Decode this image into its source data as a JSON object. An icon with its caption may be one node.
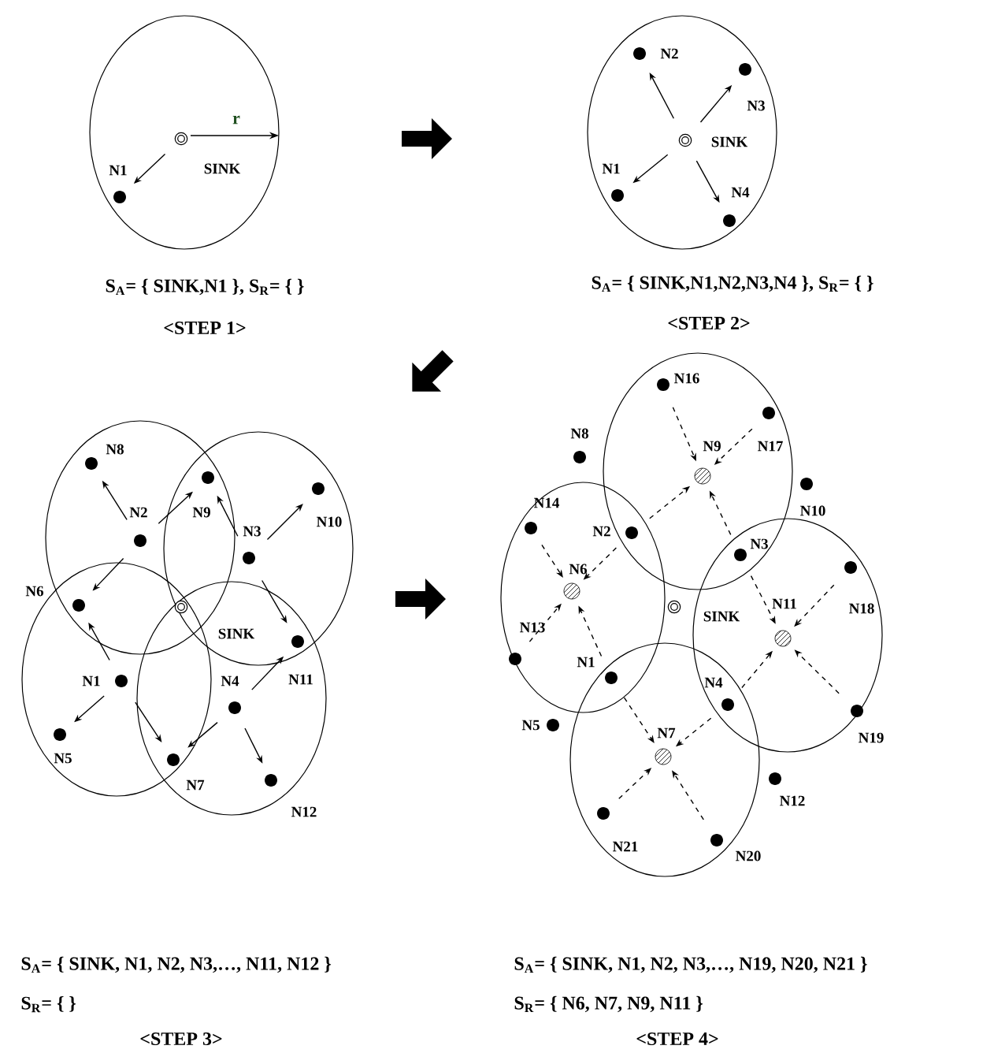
{
  "diagram": {
    "nodes": [
      {
        "text": [],
        "shape": "ring",
        "beside": [
          "SINK"
        ]
      },
      {
        "text": [],
        "shape": "dot",
        "beside": [
          "N1"
        ]
      },
      {
        "text": [],
        "shape": "ring",
        "beside": [
          "SINK"
        ]
      },
      {
        "text": [],
        "shape": "dot",
        "beside": [
          "N2"
        ]
      },
      {
        "text": [],
        "shape": "dot",
        "beside": [
          "N3"
        ]
      },
      {
        "text": [],
        "shape": "dot",
        "beside": [
          "N1"
        ]
      },
      {
        "text": [],
        "shape": "dot",
        "beside": [
          "N4"
        ]
      },
      {
        "text": [],
        "shape": "dot",
        "beside": [
          "N8"
        ]
      },
      {
        "text": [],
        "shape": "dot",
        "beside": [
          "N2"
        ]
      },
      {
        "text": [],
        "shape": "dot",
        "beside": [
          "N9"
        ]
      },
      {
        "text": [],
        "shape": "dot",
        "beside": [
          "N3"
        ]
      },
      {
        "text": [],
        "shape": "dot",
        "beside": [
          "N10"
        ]
      },
      {
        "text": [],
        "shape": "dot",
        "beside": [
          "N6"
        ]
      },
      {
        "text": [],
        "shape": "ring",
        "beside": [
          "SINK"
        ]
      },
      {
        "text": [],
        "shape": "dot",
        "beside": [
          "N1"
        ]
      },
      {
        "text": [],
        "shape": "dot",
        "beside": [
          "N4"
        ]
      },
      {
        "text": [],
        "shape": "dot",
        "beside": [
          "N11"
        ]
      },
      {
        "text": [],
        "shape": "dot",
        "beside": [
          "N5"
        ]
      },
      {
        "text": [],
        "shape": "dot",
        "beside": [
          "N7"
        ]
      },
      {
        "text": [],
        "shape": "dot",
        "beside": [
          "N12"
        ]
      },
      {
        "text": [],
        "shape": "dot",
        "beside": [
          "N16"
        ]
      },
      {
        "text": [],
        "shape": "dot",
        "beside": [
          "N17"
        ]
      },
      {
        "text": [],
        "shape": "hatched",
        "beside": [
          "N9"
        ]
      },
      {
        "text": [],
        "shape": "dot",
        "beside": [
          "N8"
        ]
      },
      {
        "text": [],
        "shape": "dot",
        "beside": [
          "N10"
        ]
      },
      {
        "text": [],
        "shape": "dot",
        "beside": [
          "N14"
        ]
      },
      {
        "text": [],
        "shape": "dot",
        "beside": [
          "N2"
        ]
      },
      {
        "text": [],
        "shape": "dot",
        "beside": [
          "N3"
        ]
      },
      {
        "text": [],
        "shape": "hatched",
        "beside": [
          "N6"
        ]
      },
      {
        "text": [],
        "shape": "dot",
        "beside": [
          "N13"
        ]
      },
      {
        "text": [],
        "shape": "ring",
        "beside": [
          "SINK"
        ]
      },
      {
        "text": [],
        "shape": "hatched",
        "beside": [
          "N11"
        ]
      },
      {
        "text": [],
        "shape": "dot",
        "beside": [
          "N18"
        ]
      },
      {
        "text": [],
        "shape": "dot",
        "beside": [
          "N1"
        ]
      },
      {
        "text": [],
        "shape": "dot",
        "beside": [
          "N4"
        ]
      },
      {
        "text": [],
        "shape": "dot",
        "beside": [
          "N5"
        ]
      },
      {
        "text": [],
        "shape": "dot",
        "beside": [
          "N19"
        ]
      },
      {
        "text": [],
        "shape": "hatched",
        "beside": [
          "N7"
        ]
      },
      {
        "text": [],
        "shape": "dot",
        "beside": [
          "N12"
        ]
      },
      {
        "text": [],
        "shape": "dot",
        "beside": [
          "N21"
        ]
      },
      {
        "text": [],
        "shape": "dot",
        "beside": [
          "N20"
        ]
      }
    ],
    "edges": [
      {
        "from": 0,
        "to": 1,
        "arrow": "to"
      },
      {
        "from": 2,
        "to": 3,
        "arrow": "to"
      },
      {
        "from": 2,
        "to": 4,
        "arrow": "to"
      },
      {
        "from": 2,
        "to": 5,
        "arrow": "to"
      },
      {
        "from": 2,
        "to": 6,
        "arrow": "to"
      },
      {
        "from": 8,
        "to": 7,
        "arrow": "to"
      },
      {
        "from": 8,
        "to": 9,
        "arrow": "to"
      },
      {
        "from": 10,
        "to": 9,
        "arrow": "to"
      },
      {
        "from": 10,
        "to": 11,
        "arrow": "to"
      },
      {
        "from": 8,
        "to": 12,
        "arrow": "to"
      },
      {
        "from": 14,
        "to": 12,
        "arrow": "to"
      },
      {
        "from": 10,
        "to": 16,
        "arrow": "to"
      },
      {
        "from": 14,
        "to": 17,
        "arrow": "to"
      },
      {
        "from": 14,
        "to": 18,
        "arrow": "to"
      },
      {
        "from": 15,
        "to": 16,
        "arrow": "to"
      },
      {
        "from": 15,
        "to": 18,
        "arrow": "to"
      },
      {
        "from": 15,
        "to": 19,
        "arrow": "to"
      },
      {
        "from": 20,
        "to": 22,
        "arrow": "to",
        "style": "dashed"
      },
      {
        "from": 21,
        "to": 22,
        "arrow": "to",
        "style": "dashed"
      },
      {
        "from": 26,
        "to": 22,
        "arrow": "to",
        "style": "dashed"
      },
      {
        "from": 27,
        "to": 22,
        "arrow": "to",
        "style": "dashed"
      },
      {
        "from": 25,
        "to": 28,
        "arrow": "to",
        "style": "dashed"
      },
      {
        "from": 26,
        "to": 28,
        "arrow": "to",
        "style": "dashed"
      },
      {
        "from": 29,
        "to": 28,
        "arrow": "to",
        "style": "dashed"
      },
      {
        "from": 33,
        "to": 28,
        "arrow": "to",
        "style": "dashed"
      },
      {
        "from": 27,
        "to": 31,
        "arrow": "to",
        "style": "dashed"
      },
      {
        "from": 32,
        "to": 31,
        "arrow": "to",
        "style": "dashed"
      },
      {
        "from": 34,
        "to": 31,
        "arrow": "to",
        "style": "dashed"
      },
      {
        "from": 36,
        "to": 31,
        "arrow": "to",
        "style": "dashed"
      },
      {
        "from": 33,
        "to": 37,
        "arrow": "to",
        "style": "dashed"
      },
      {
        "from": 34,
        "to": 37,
        "arrow": "to",
        "style": "dashed"
      },
      {
        "from": 39,
        "to": 37,
        "arrow": "to",
        "style": "dashed"
      },
      {
        "from": 40,
        "to": 37,
        "arrow": "to",
        "style": "dashed"
      }
    ],
    "labels": [
      "r",
      "S$_{A}$= { SINK,N1 }, S$_{R}$= { }",
      "<STEP 1>",
      "S$_{A}$= { SINK,N1,N2,N3,N4 }, S$_{R}$= { }",
      "<STEP 2>",
      "S$_{A}$= { SINK, N1, N2, N3,…, N11, N12 }",
      "S$_{R}$= { }",
      "<STEP 3>",
      "S$_{A}$= { SINK, N1, N2, N3,…, N19, N20, N21 }",
      "S$_{R}$= { N6, N7, N9, N11 }",
      "<STEP 4>"
    ]
  }
}
